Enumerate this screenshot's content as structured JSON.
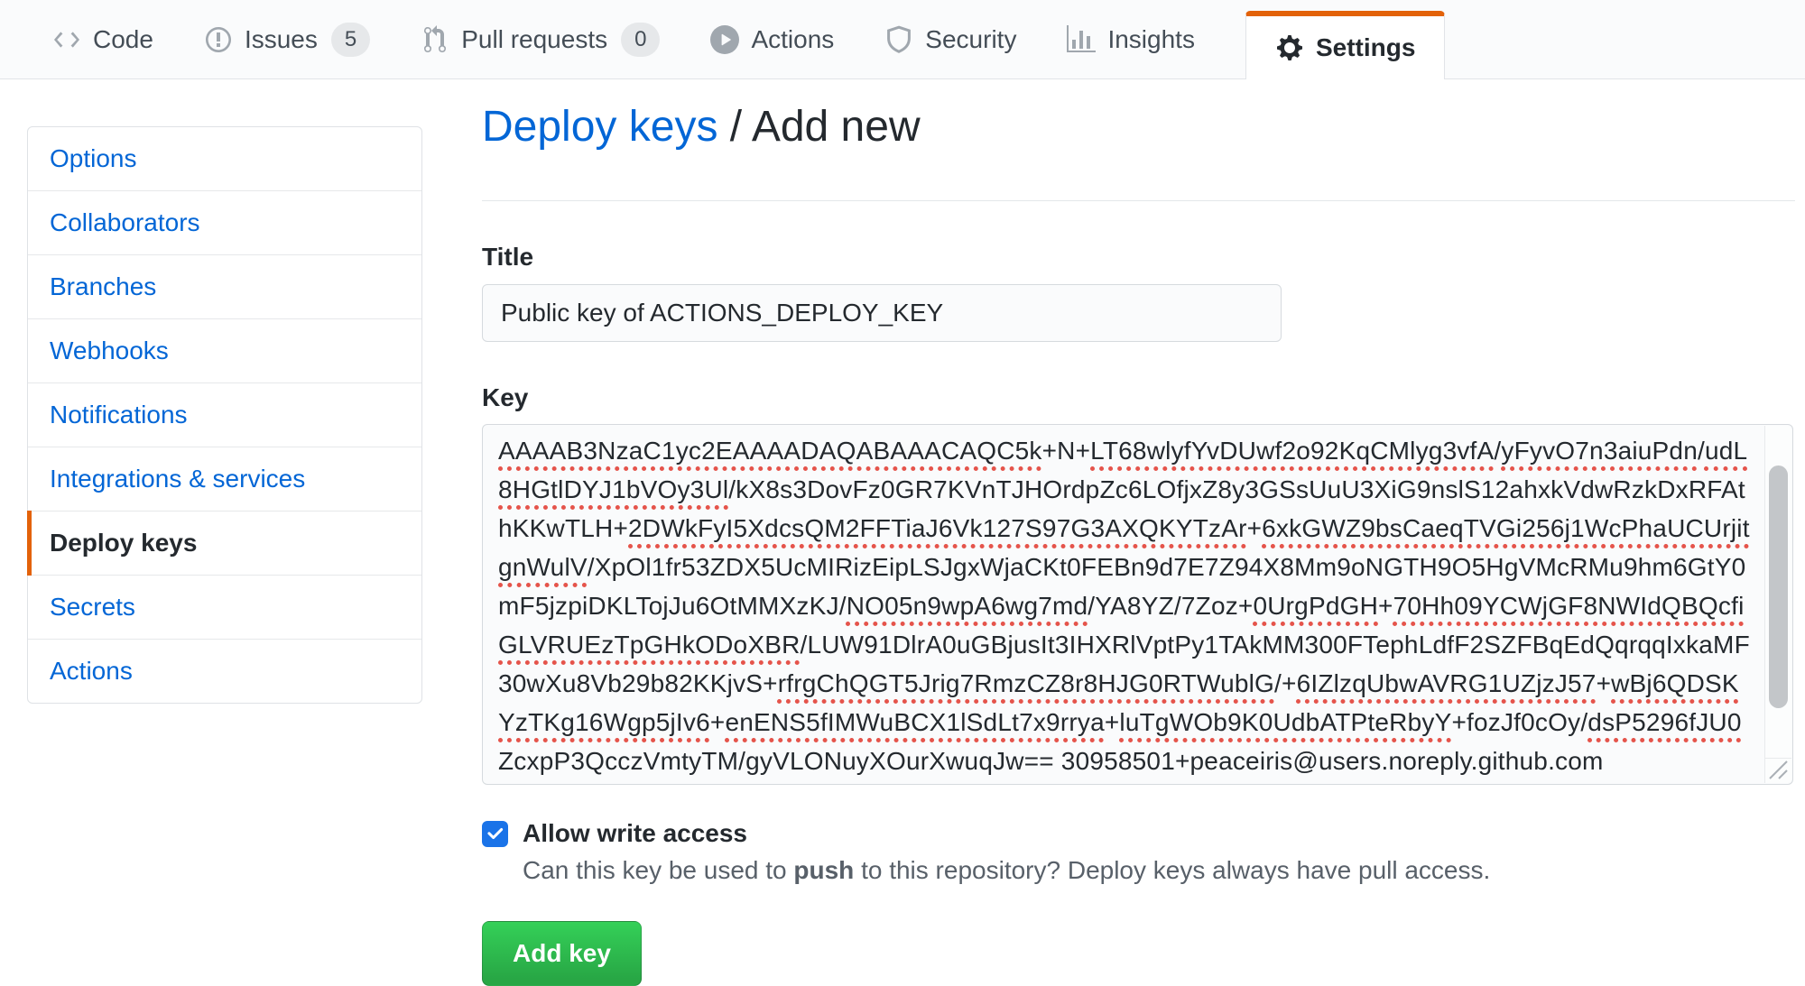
{
  "nav": {
    "tabs": [
      {
        "label": "Code",
        "icon": "code-icon"
      },
      {
        "label": "Issues",
        "icon": "issue-opened-icon",
        "badge": "5"
      },
      {
        "label": "Pull requests",
        "icon": "git-pull-request-icon",
        "badge": "0"
      },
      {
        "label": "Actions",
        "icon": "play-icon"
      },
      {
        "label": "Security",
        "icon": "shield-icon"
      },
      {
        "label": "Insights",
        "icon": "graph-icon"
      },
      {
        "label": "Settings",
        "icon": "gear-icon",
        "active": true
      }
    ]
  },
  "sidebar": {
    "items": [
      {
        "label": "Options"
      },
      {
        "label": "Collaborators"
      },
      {
        "label": "Branches"
      },
      {
        "label": "Webhooks"
      },
      {
        "label": "Notifications"
      },
      {
        "label": "Integrations & services"
      },
      {
        "label": "Deploy keys",
        "active": true
      },
      {
        "label": "Secrets"
      },
      {
        "label": "Actions"
      }
    ]
  },
  "main": {
    "breadcrumb": {
      "link": "Deploy keys",
      "separator": " / ",
      "current": "Add new"
    },
    "form": {
      "title_label": "Title",
      "title_value": "Public key of ACTIONS_DEPLOY_KEY",
      "key_label": "Key",
      "key_segments": [
        {
          "t": "AAAAB3NzaC1yc2EAAAADAQABAAACAQC5k",
          "u": true
        },
        {
          "t": "+N+",
          "u": false
        },
        {
          "t": "LT68wlyfYvDUwf2o92KqCMlyg3vfA",
          "u": true
        },
        {
          "t": "/",
          "u": false
        },
        {
          "t": "yFyvO7n3aiuPdn",
          "u": true
        },
        {
          "t": "/",
          "u": false
        },
        {
          "t": "udL8HGtlDYJ1bVOy3Ul",
          "u": true
        },
        {
          "t": "/",
          "u": false
        },
        {
          "t": "kX8s3DovFz0GR7KVnTJHOrdpZc6LOfjxZ8y3GSsUuU3XiG9nslS12ahxkVdwRzkDxRFAthKKwTLH",
          "u": false
        },
        {
          "t": "+",
          "u": false
        },
        {
          "t": "2DWkFyI5XdcsQM2FFTiaJ6Vk127S97G3AXQKYTzAr",
          "u": true
        },
        {
          "t": "+",
          "u": false
        },
        {
          "t": "6xkGWZ9bsCaeqTVGi256j1WcPhaUCUrjitgnWulV",
          "u": true
        },
        {
          "t": "/",
          "u": false
        },
        {
          "t": "XpOl1fr53ZDX5UcMIRizEipLSJgxWjaCKt0FEBn9d7E7Z94X8Mm9oNGTH9O5HgVMcRMu9hm6GtY0mF5jzpiDKLTojJu6OtMMXzKJ",
          "u": false
        },
        {
          "t": "/",
          "u": false
        },
        {
          "t": "NO05n9wpA6wg7md",
          "u": true
        },
        {
          "t": "/YA8YZ/7Zoz+",
          "u": false
        },
        {
          "t": "0UrgPdGH",
          "u": true
        },
        {
          "t": "+",
          "u": false
        },
        {
          "t": "70Hh09YCWjGF8NWIdQBQcfiGLVRUEzTpGHkODoXBR",
          "u": true
        },
        {
          "t": "/",
          "u": false
        },
        {
          "t": "LUW91DlrA0uGBjusIt3IHXRlVptPy1TAkMM300FTephLdfF2SZFBqEdQqrqqIxkaMF30wXu8Vb29b82KKjvS",
          "u": false
        },
        {
          "t": "+",
          "u": false
        },
        {
          "t": "rfrgChQGT5Jrig7RmzCZ8r8HJG0RTWublG",
          "u": true
        },
        {
          "t": "/+",
          "u": false
        },
        {
          "t": "6IZlzqUbwAVRG1UZjzJ57",
          "u": true
        },
        {
          "t": "+",
          "u": false
        },
        {
          "t": "wBj6QDSKYzTKg16Wgp5jIv6",
          "u": true
        },
        {
          "t": "+",
          "u": false
        },
        {
          "t": "enENS5fIMWuBCX1lSdLt7x9rrya",
          "u": true
        },
        {
          "t": "+",
          "u": false
        },
        {
          "t": "luTgWOb9K0UdbATPteRbyY",
          "u": true
        },
        {
          "t": "+",
          "u": false
        },
        {
          "t": "fozJf0cOy",
          "u": false
        },
        {
          "t": "/",
          "u": false
        },
        {
          "t": "dsP5296fJU0ZcxpP3QcczVmtyTM",
          "u": true
        },
        {
          "t": "/",
          "u": false
        },
        {
          "t": "gyVLONuyXOurXwuqJw",
          "u": true
        },
        {
          "t": "== 30958501+peaceiris@users.noreply.github.com",
          "u": false
        }
      ],
      "write_access_label": "Allow write access",
      "write_access_checked": true,
      "help_prefix": "Can this key be used to ",
      "help_bold": "push",
      "help_suffix": " to this repository? Deploy keys always have pull access.",
      "submit_label": "Add key"
    }
  },
  "colors": {
    "accent_orange": "#e36209",
    "link_blue": "#0366d6",
    "button_green": "#28a745",
    "checkbox_blue": "#1a73e8",
    "spellcheck_red": "#e5544b"
  }
}
